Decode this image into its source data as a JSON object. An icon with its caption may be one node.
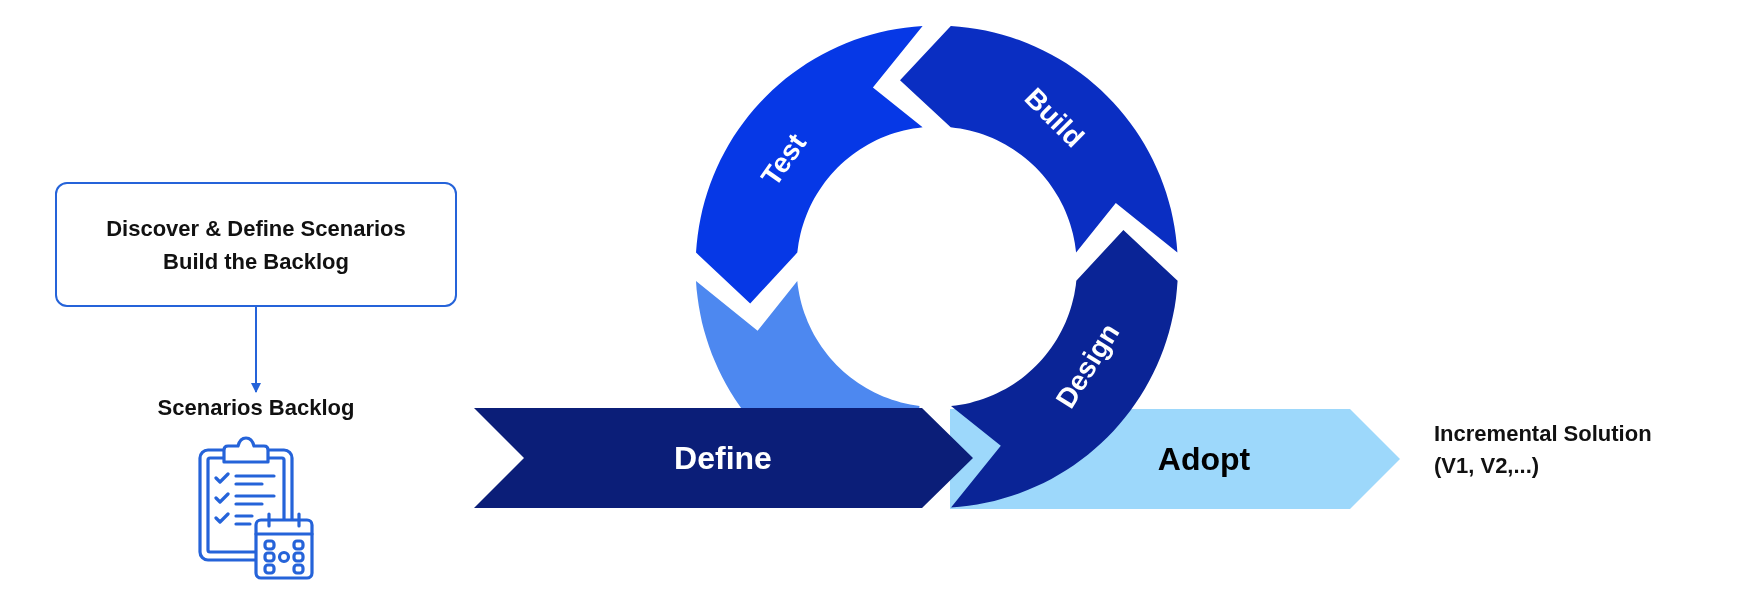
{
  "diagram": {
    "nodes": [
      {
        "text": [
          "Discover & Define Scenarios",
          "Build the Backlog"
        ]
      },
      {
        "text": [
          "Scenarios Backlog"
        ]
      },
      {
        "text": [
          "Test"
        ]
      },
      {
        "text": [
          "Build"
        ]
      },
      {
        "text": [
          "Design"
        ]
      },
      {
        "text": [],
        "shape": "arrow"
      },
      {
        "text": [
          "Define"
        ]
      },
      {
        "text": [
          "Adopt"
        ]
      },
      {
        "text": [
          "Incremental Solution (V1, V2,...)"
        ]
      }
    ],
    "edges": [
      {
        "from": 0,
        "to": 1,
        "arrow": "to"
      }
    ]
  }
}
